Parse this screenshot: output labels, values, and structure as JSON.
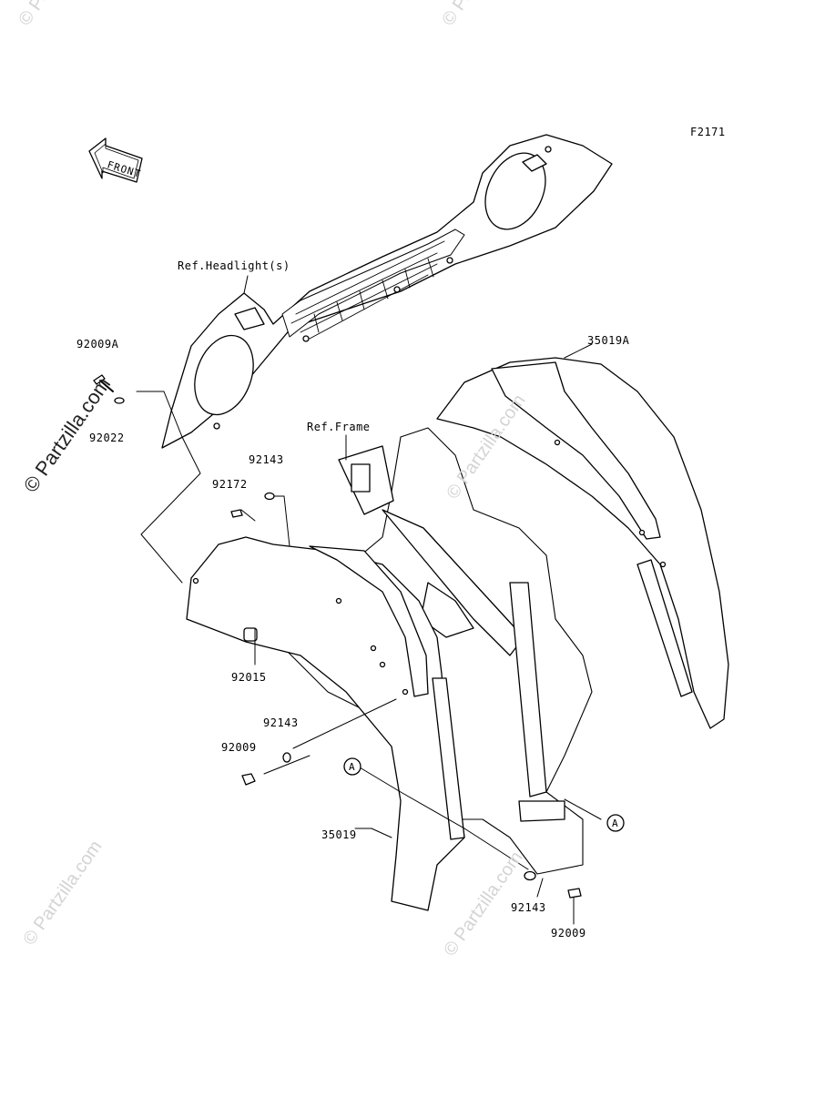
{
  "figure_code": "F2171",
  "front_arrow_label": "FRONT",
  "watermark": "© Partzilla.com",
  "refs": {
    "headlight": "Ref.Headlight(s)",
    "frame": "Ref.Frame"
  },
  "parts": {
    "p92009A": "92009A",
    "p92022": "92022",
    "p92143_top": "92143",
    "p92172": "92172",
    "p92015": "92015",
    "p92143_mid": "92143",
    "p92009_mid": "92009",
    "p35019": "35019",
    "p35019A": "35019A",
    "p92143_bottom": "92143",
    "p92009_bottom": "92009"
  },
  "callout_mark": "A"
}
